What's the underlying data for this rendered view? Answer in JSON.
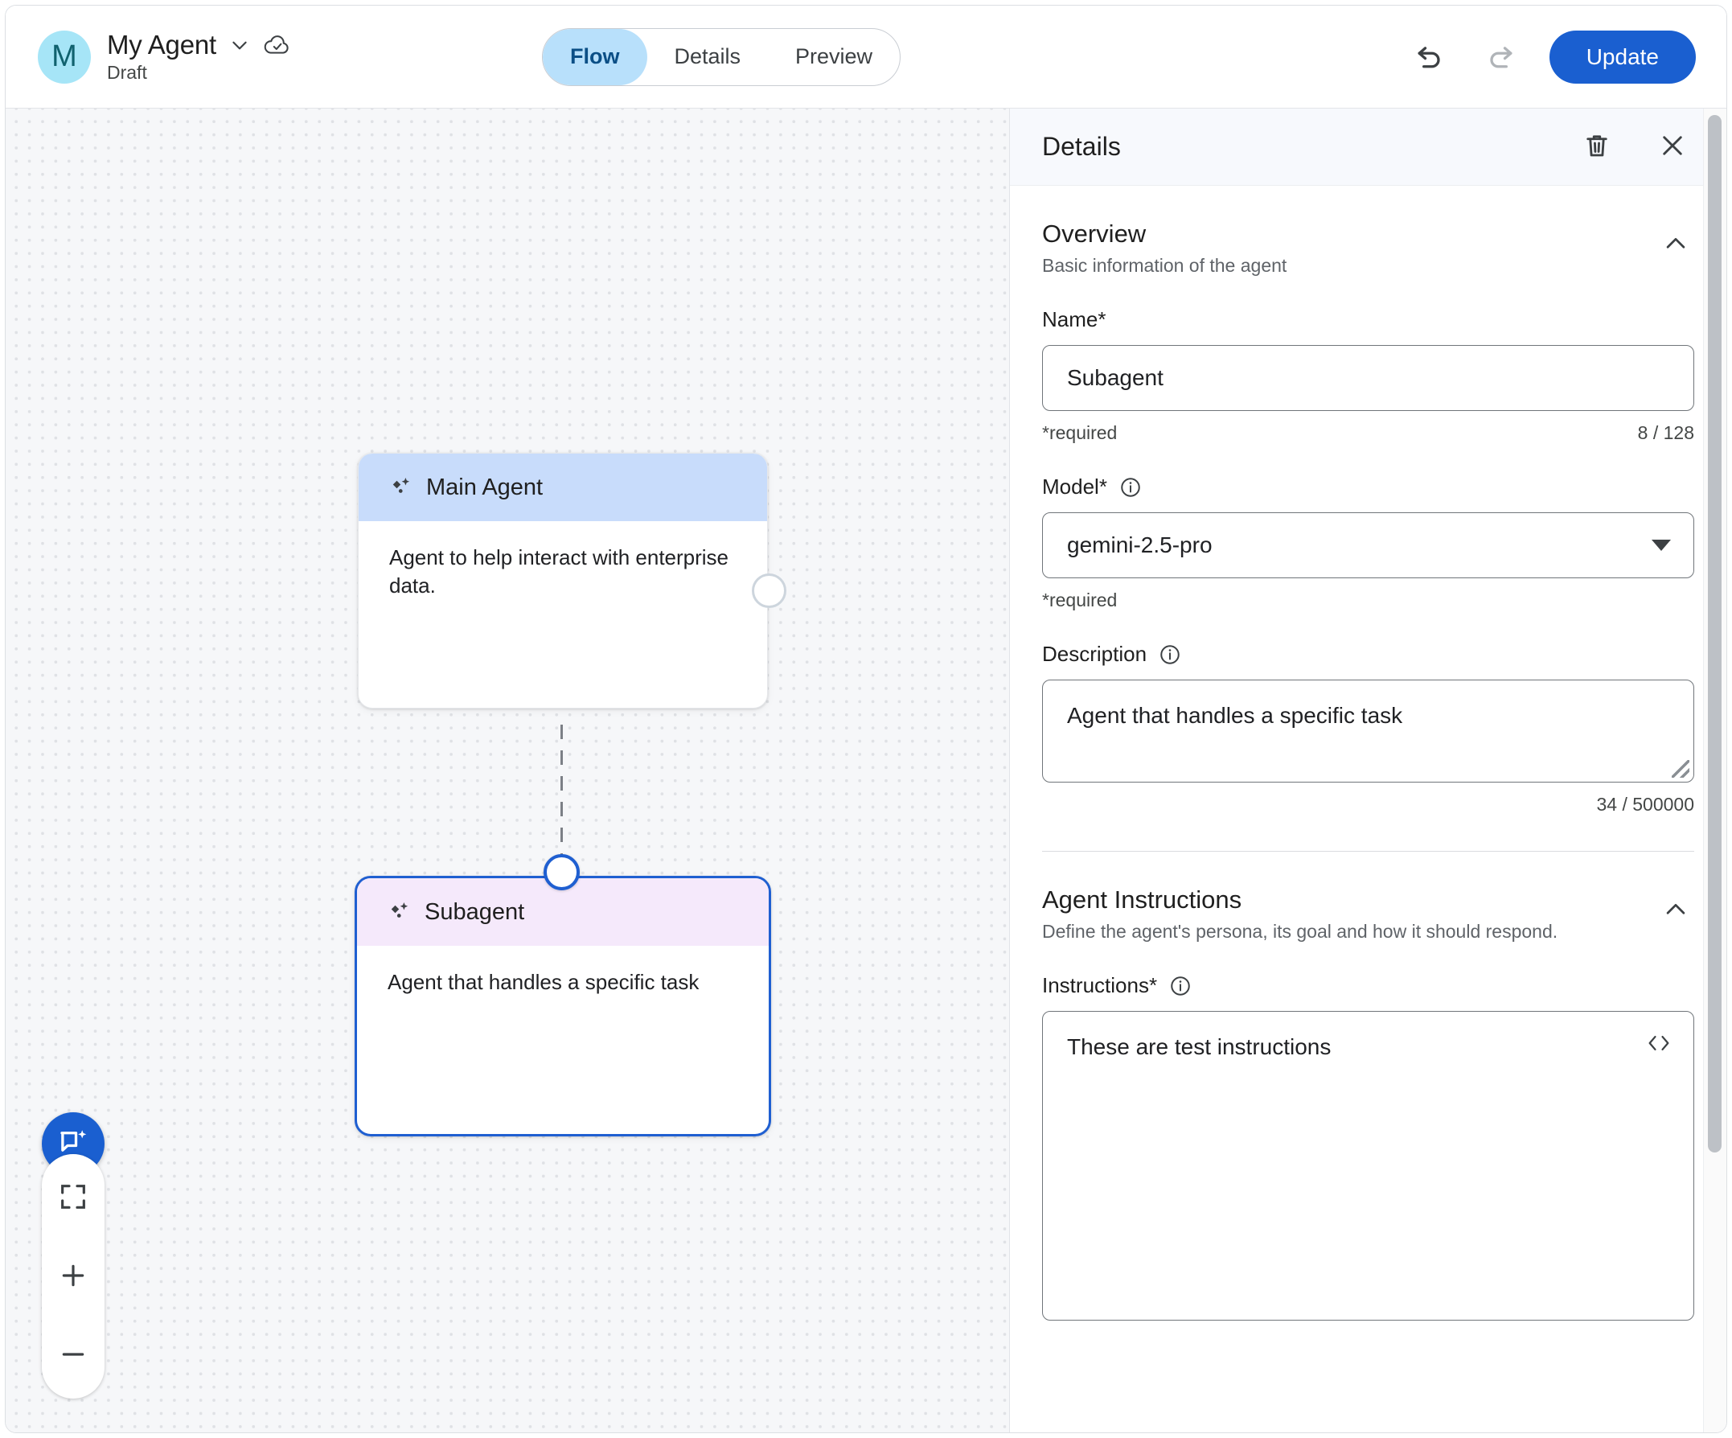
{
  "topbar": {
    "avatar_letter": "M",
    "agent_name": "My Agent",
    "agent_status": "Draft",
    "title_dropdown_icon": "chevron-down-icon",
    "save_state_icon": "cloud-done-icon",
    "tabs": [
      {
        "label": "Flow",
        "active": true
      },
      {
        "label": "Details",
        "active": false
      },
      {
        "label": "Preview",
        "active": false
      }
    ],
    "undo_icon": "undo-icon",
    "redo_icon": "redo-icon",
    "update_label": "Update"
  },
  "canvas": {
    "nodes": [
      {
        "id": "main",
        "icon": "sparkle-icon",
        "title": "Main Agent",
        "description": "Agent to help interact with enterprise data.",
        "header_color": "#c8dcfb",
        "selected": false
      },
      {
        "id": "sub",
        "icon": "sparkle-icon",
        "title": "Subagent",
        "description": "Agent that handles a specific task",
        "header_color": "#f5e9fb",
        "selected": true
      }
    ],
    "controls": {
      "chat_fab_icon": "chat-sparkle-icon",
      "fit_screen_icon": "fit-to-screen-icon",
      "zoom_in_icon": "plus-icon",
      "zoom_out_icon": "minus-icon"
    }
  },
  "panel": {
    "title": "Details",
    "delete_icon": "trash-icon",
    "close_icon": "close-icon",
    "overview": {
      "title": "Overview",
      "subtitle": "Basic information of the agent",
      "collapse_icon": "chevron-up-icon",
      "name": {
        "label": "Name*",
        "value": "Subagent",
        "placeholder": "Name",
        "required_text": "*required",
        "counter": "8 / 128"
      },
      "model": {
        "label": "Model*",
        "info_icon": "info-icon",
        "value": "gemini-2.5-pro",
        "dropdown_icon": "triangle-down-icon",
        "required_text": "*required"
      },
      "description": {
        "label": "Description",
        "info_icon": "info-icon",
        "value": "Agent that handles a specific task",
        "placeholder": "Description",
        "counter": "34 / 500000",
        "resize_handle": "resize-grip-icon"
      }
    },
    "instructions_section": {
      "title": "Agent Instructions",
      "subtitle": "Define the agent's persona, its goal and how it should respond.",
      "collapse_icon": "chevron-up-icon",
      "instructions": {
        "label": "Instructions*",
        "info_icon": "info-icon",
        "value": "These are test instructions",
        "placeholder": "Instructions",
        "code_icon": "code-brackets-icon"
      }
    }
  },
  "colors": {
    "accent_blue": "#1a5fd0",
    "tab_active_bg": "#b8e0fb",
    "tab_active_text": "#0b4f86",
    "node_main_header": "#c8dcfb",
    "node_sub_header": "#f5e9fb",
    "node_selected_border": "#1f5fd1",
    "canvas_bg": "#f6f7f9",
    "panel_header_bg": "#f7f9fd"
  }
}
